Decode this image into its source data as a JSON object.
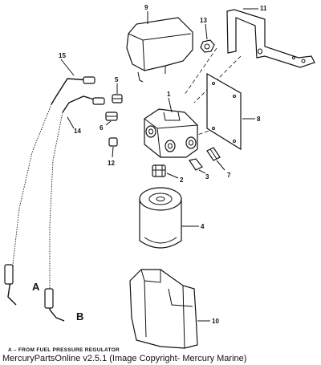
{
  "callouts": {
    "c1": "1",
    "c2": "2",
    "c3": "3",
    "c4": "4",
    "c5": "5",
    "c6": "6",
    "c7": "7",
    "c8": "8",
    "c9": "9",
    "c10": "10",
    "c11": "11",
    "c12": "12",
    "c13": "13",
    "c14": "14",
    "c15": "15"
  },
  "letters": {
    "a": "A",
    "b": "B"
  },
  "legend_note": "A  –  FROM FUEL PRESSURE REGULATOR",
  "footer": "MercuryPartsOnline v2.5.1 (Image Copyright- Mercury Marine)"
}
